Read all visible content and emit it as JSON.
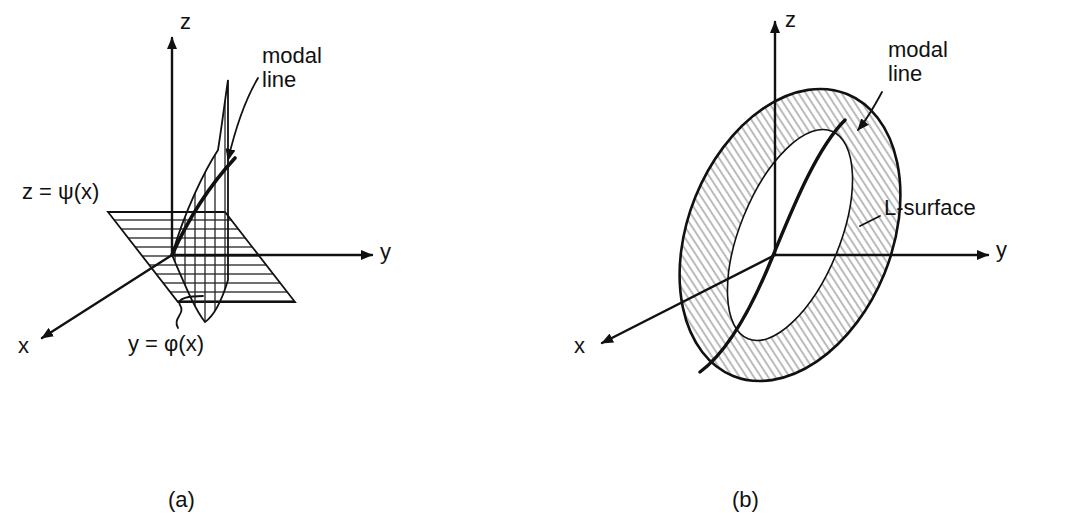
{
  "diagram": {
    "labels": [
      "z",
      "modal line",
      "z = ψ(x)",
      "y",
      "x",
      "y = φ(x)",
      "(a)",
      "z",
      "modal line",
      "L-surface",
      "y",
      "x",
      "(b)"
    ]
  }
}
